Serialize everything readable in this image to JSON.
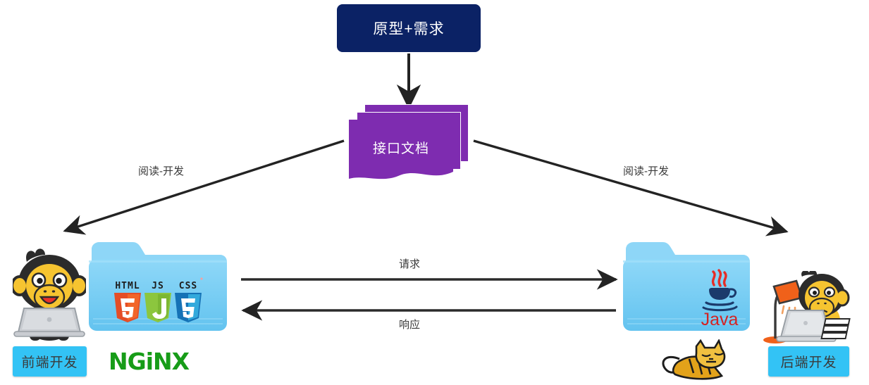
{
  "diagram": {
    "title_node": {
      "label": "原型+需求",
      "color": "#0b2265",
      "text_color": "#ffffff"
    },
    "doc_node": {
      "label": "接口文档",
      "color": "#7e2cb0",
      "text_color": "#ffffff"
    },
    "edges": [
      {
        "name": "prototype-to-doc",
        "label": "",
        "from": "原型+需求",
        "to": "接口文档",
        "direction": "down"
      },
      {
        "name": "doc-to-frontend",
        "label": "阅读-开发",
        "from": "接口文档",
        "to": "前端开发",
        "direction": "down-left"
      },
      {
        "name": "doc-to-backend",
        "label": "阅读-开发",
        "from": "接口文档",
        "to": "后端开发",
        "direction": "down-right"
      },
      {
        "name": "frontend-to-backend",
        "label": "请求",
        "from": "前端开发",
        "to": "后端开发",
        "direction": "right"
      },
      {
        "name": "backend-to-frontend",
        "label": "响应",
        "from": "后端开发",
        "to": "前端开发",
        "direction": "left"
      }
    ],
    "labels": {
      "read_develop_left": "阅读-开发",
      "read_develop_right": "阅读-开发",
      "request": "请求",
      "response": "响应"
    },
    "frontend": {
      "role_badge": "前端开发",
      "badge_color": "#33c3f5",
      "folder_color": "#7ed0f5",
      "tech_badges": [
        {
          "name": "html5",
          "top": "HTML",
          "glyph": "5",
          "color": "#e44d26"
        },
        {
          "name": "javascript",
          "top": "JS",
          "glyph": "J",
          "color": "#8cc63e"
        },
        {
          "name": "css3",
          "top": "CSS",
          "glyph": "3",
          "color": "#1572b6"
        }
      ],
      "server_logo": {
        "name": "nginx",
        "text": "NGINX",
        "color": "#179c18"
      }
    },
    "backend": {
      "role_badge": "后端开发",
      "badge_color": "#33c3f5",
      "folder_color": "#7ed0f5",
      "tech_badge": {
        "name": "java",
        "text": "Java",
        "color": "#d32323",
        "steam_color": "#e52d27",
        "cup_color": "#1b3a6b"
      },
      "server_logo": {
        "name": "tomcat",
        "text": "",
        "color": "#e2a21a"
      }
    },
    "canvas": {
      "background": "#ffffff",
      "line_color": "#232323"
    }
  }
}
